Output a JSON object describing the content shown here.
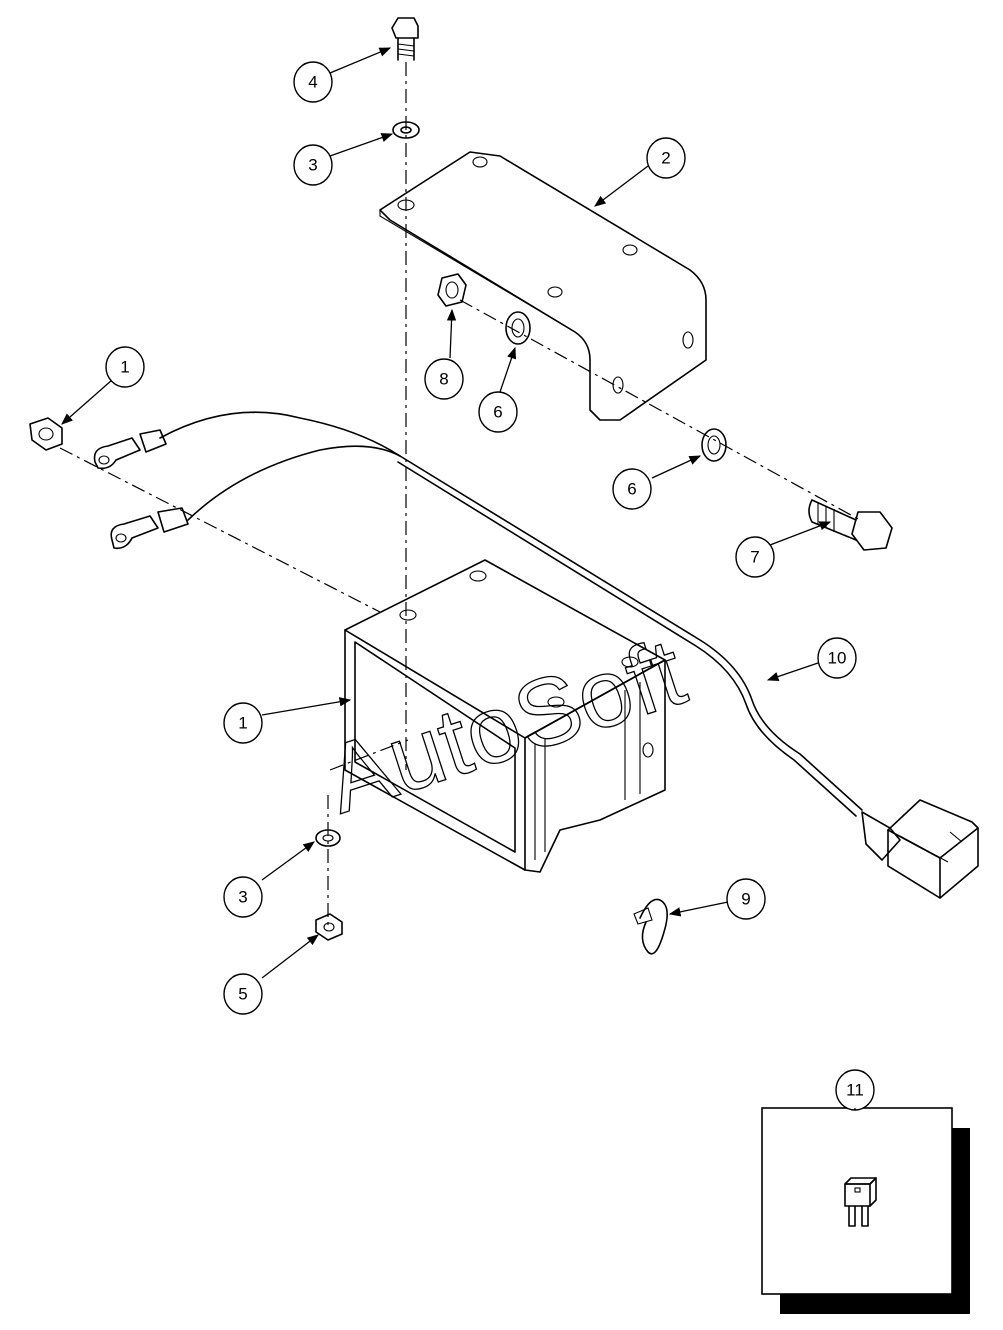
{
  "watermark": "AutoSoft",
  "callouts": [
    {
      "id": "c1a",
      "label": "1"
    },
    {
      "id": "c1b",
      "label": "1"
    },
    {
      "id": "c2",
      "label": "2"
    },
    {
      "id": "c3a",
      "label": "3"
    },
    {
      "id": "c3b",
      "label": "3"
    },
    {
      "id": "c4",
      "label": "4"
    },
    {
      "id": "c5",
      "label": "5"
    },
    {
      "id": "c6a",
      "label": "6"
    },
    {
      "id": "c6b",
      "label": "6"
    },
    {
      "id": "c7",
      "label": "7"
    },
    {
      "id": "c8",
      "label": "8"
    },
    {
      "id": "c9",
      "label": "9"
    },
    {
      "id": "c10",
      "label": "10"
    },
    {
      "id": "c11",
      "label": "11"
    }
  ]
}
